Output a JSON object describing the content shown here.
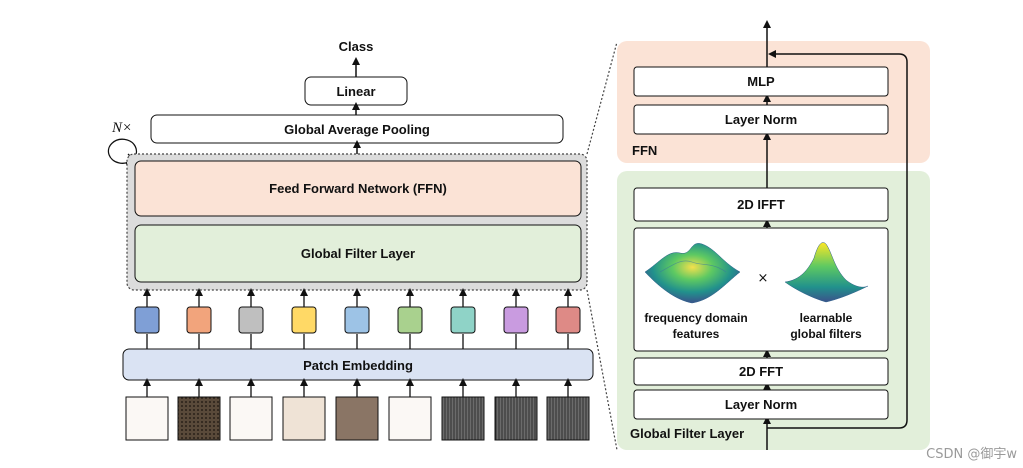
{
  "left": {
    "class_label": "Class",
    "linear_label": "Linear",
    "gap_label": "Global Average Pooling",
    "repeat_label": "N×",
    "ffn_label": "Feed Forward Network (FFN)",
    "gfl_label": "Global Filter Layer",
    "patch_embedding_label": "Patch Embedding",
    "token_colors": [
      "#7f9fd6",
      "#f2a47c",
      "#bfbfbf",
      "#ffd966",
      "#9dc3e6",
      "#a9d18e",
      "#8fd3c7",
      "#c99be0",
      "#de8a86"
    ]
  },
  "right": {
    "mlp_label": "MLP",
    "layer_norm_top_label": "Layer Norm",
    "ffn_group_label": "FFN",
    "ifft_label": "2D IFFT",
    "times_symbol": "×",
    "freq_features_label_line1": "frequency domain",
    "freq_features_label_line2": "features",
    "filters_label_line1": "learnable",
    "filters_label_line2": "global filters",
    "fft_label": "2D FFT",
    "layer_norm_bottom_label": "Layer Norm",
    "gfl_group_label": "Global Filter Layer"
  },
  "colors": {
    "ffn_fill": "#fbe3d6",
    "gfl_fill": "#e2efda",
    "patch_fill": "#dae3f3",
    "outer_fill": "#dcdcdc"
  },
  "watermark": "CSDN @御宇w"
}
